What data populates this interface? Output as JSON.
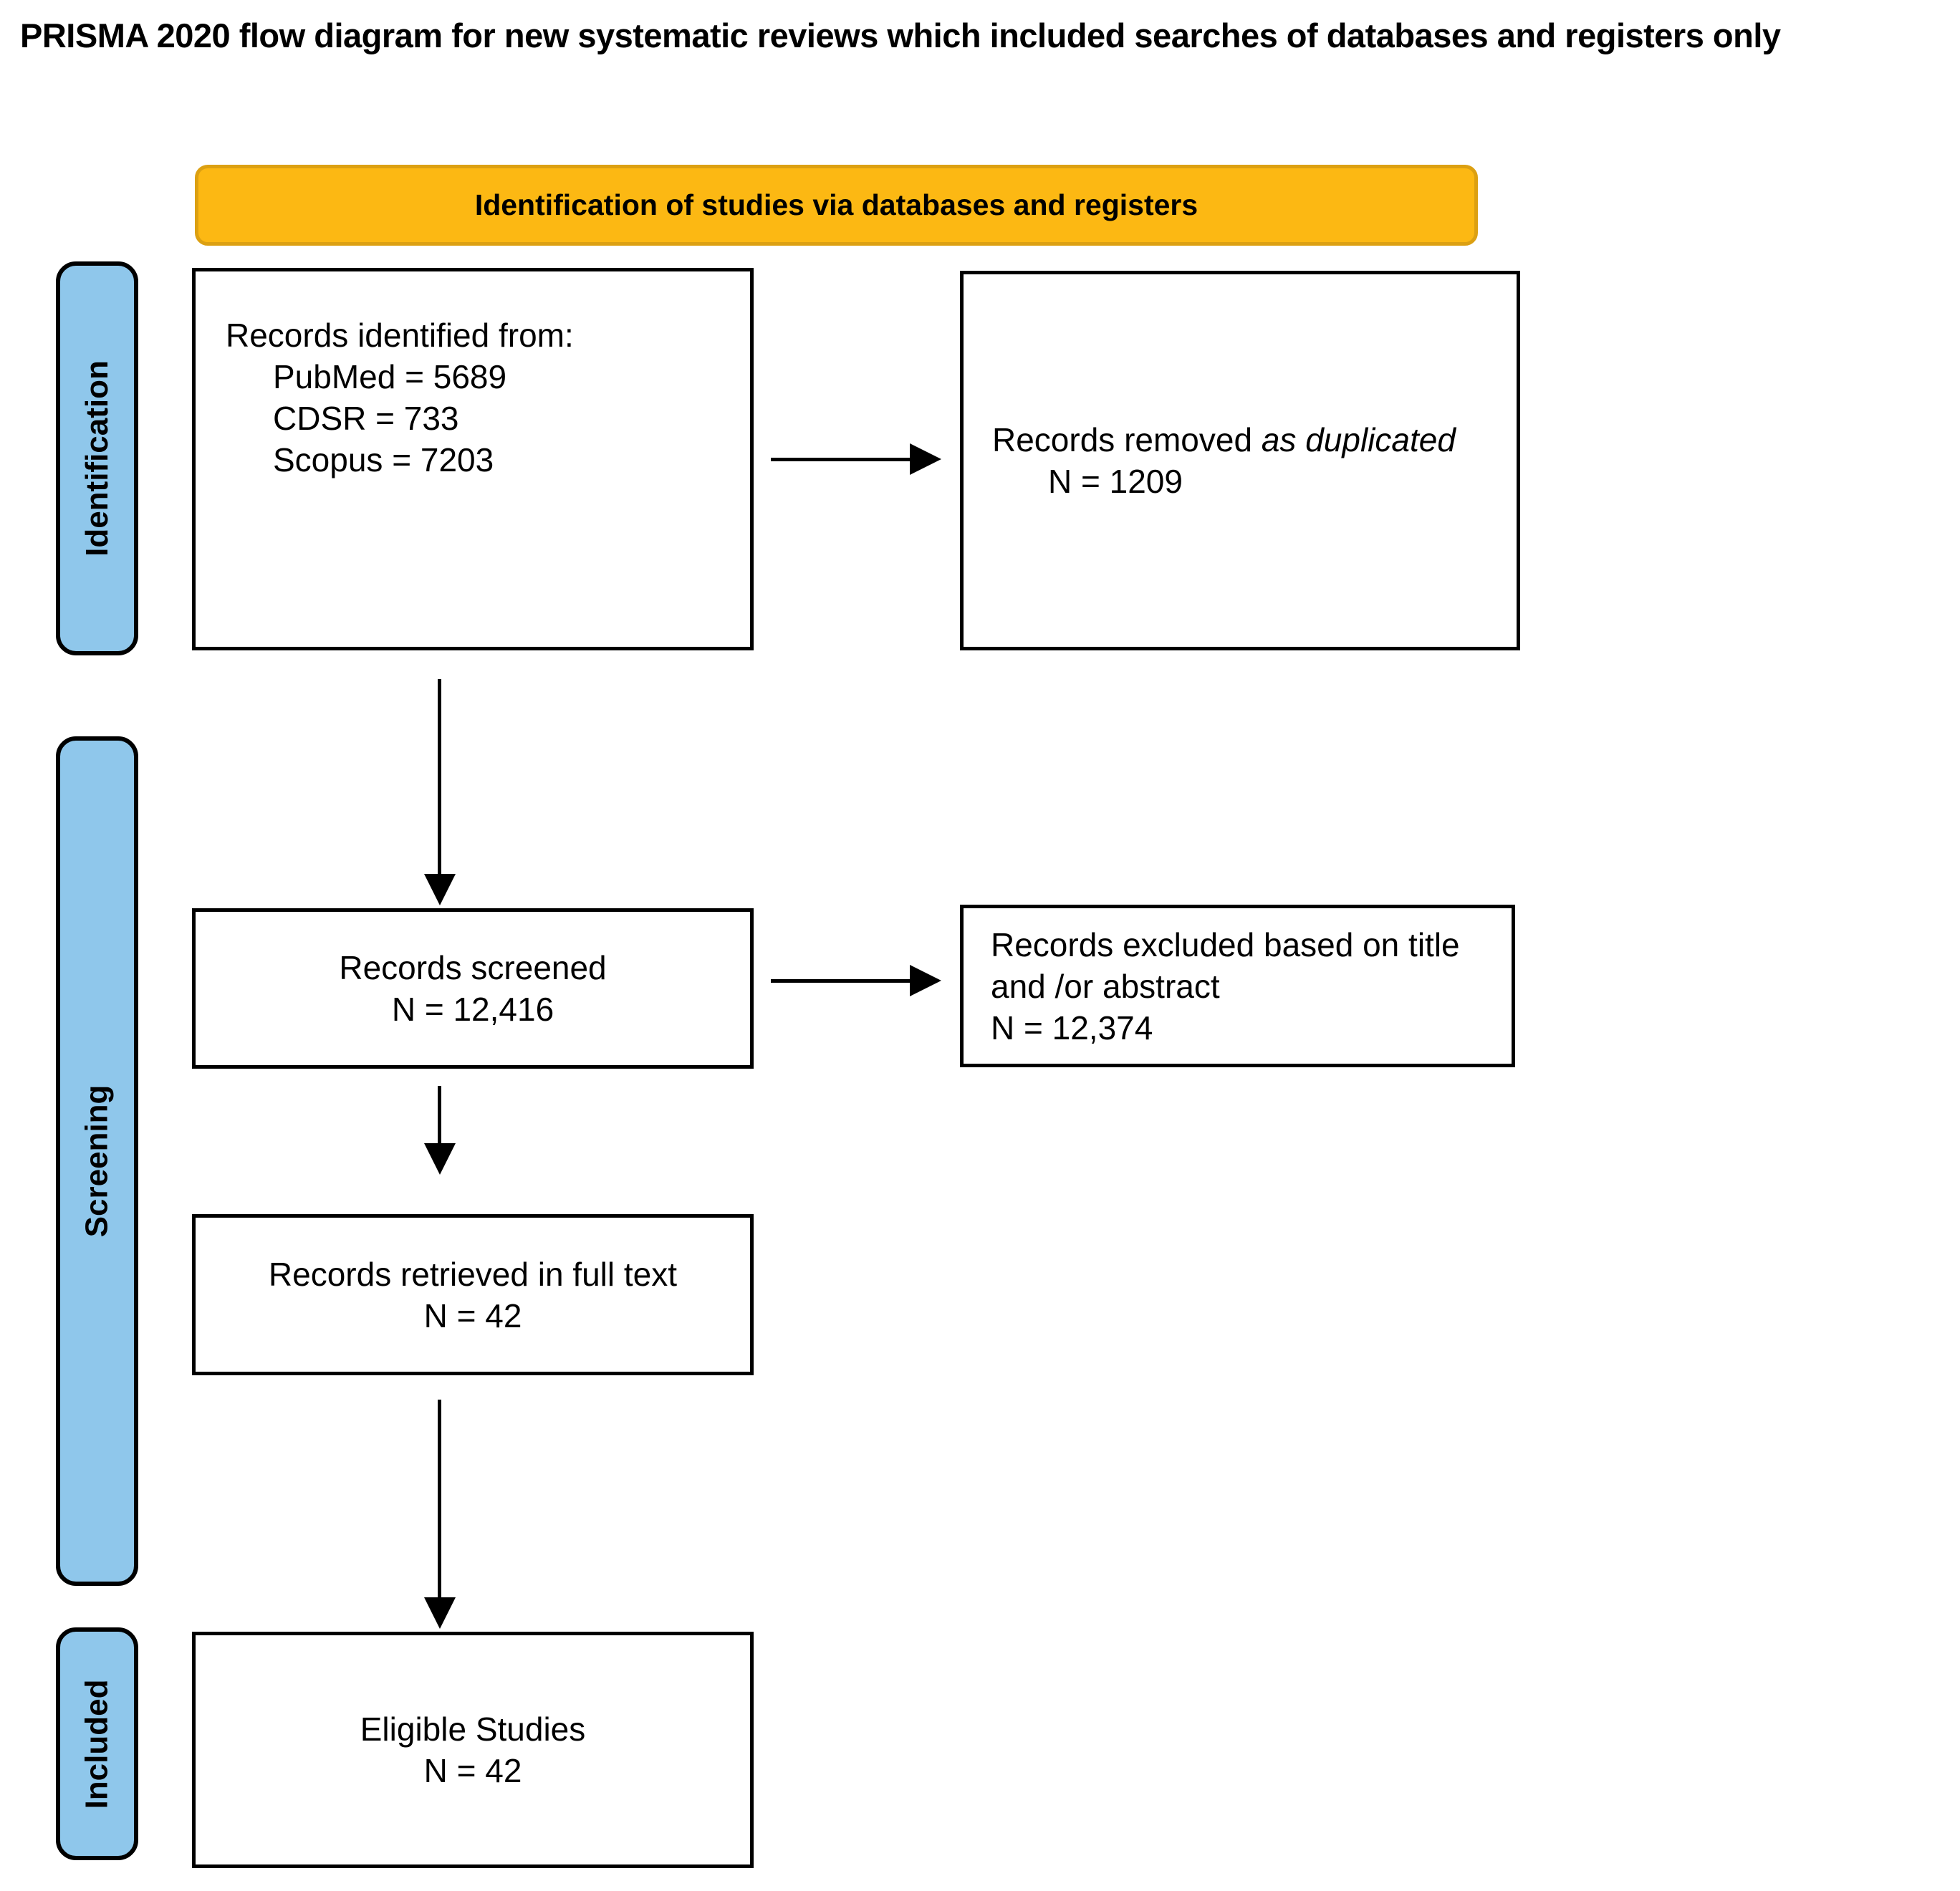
{
  "page": {
    "title": "PRISMA 2020 flow diagram for new systematic reviews which included searches of databases and registers only"
  },
  "banner": {
    "label": "Identification of studies via databases and registers"
  },
  "stages": {
    "identification": "Identification",
    "screening": "Screening",
    "included": "Included"
  },
  "boxes": {
    "identified": {
      "title": "Records identified from:",
      "items": [
        "PubMed = 5689",
        "CDSR = 733",
        "Scopus = 7203"
      ]
    },
    "removed": {
      "prefix": "Records removed ",
      "italic": "as duplicated",
      "count": "N = 1209"
    },
    "screened": {
      "line1": "Records screened",
      "count": "N = 12,416"
    },
    "excluded": {
      "line1": "Records excluded based on title",
      "line2": "and /or abstract",
      "count": "N = 12,374"
    },
    "retrieved": {
      "line1": "Records retrieved in full text",
      "count": "N = 42"
    },
    "eligible": {
      "line1": "Eligible Studies",
      "count": "N = 42"
    }
  },
  "colors": {
    "background": "#FFFFFF",
    "banner_bg": "#FCB813",
    "banner_border": "#DCA012",
    "stage_bg": "#8FC7EB",
    "box_border": "#000000",
    "text": "#000000"
  }
}
